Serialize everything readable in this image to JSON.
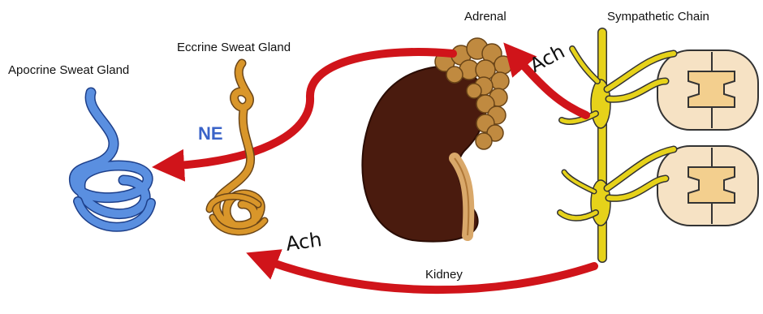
{
  "labels": {
    "apocrine": "Apocrine Sweat Gland",
    "eccrine": "Eccrine Sweat Gland",
    "adrenal": "Adrenal",
    "sympathetic": "Sympathetic Chain",
    "kidney": "Kidney",
    "ne": "NE",
    "ach_bottom": "Ach",
    "ach_top": "Ach"
  },
  "colors": {
    "arrow": "#d0141a",
    "apocrine": "#5a8fe0",
    "eccrine": "#d9962a",
    "kidney": "#4a1b0e",
    "adrenal": "#c08a40",
    "nerve": "#e6d21a",
    "cord": "#f6e2c4",
    "ne_text": "#3a63c8"
  }
}
